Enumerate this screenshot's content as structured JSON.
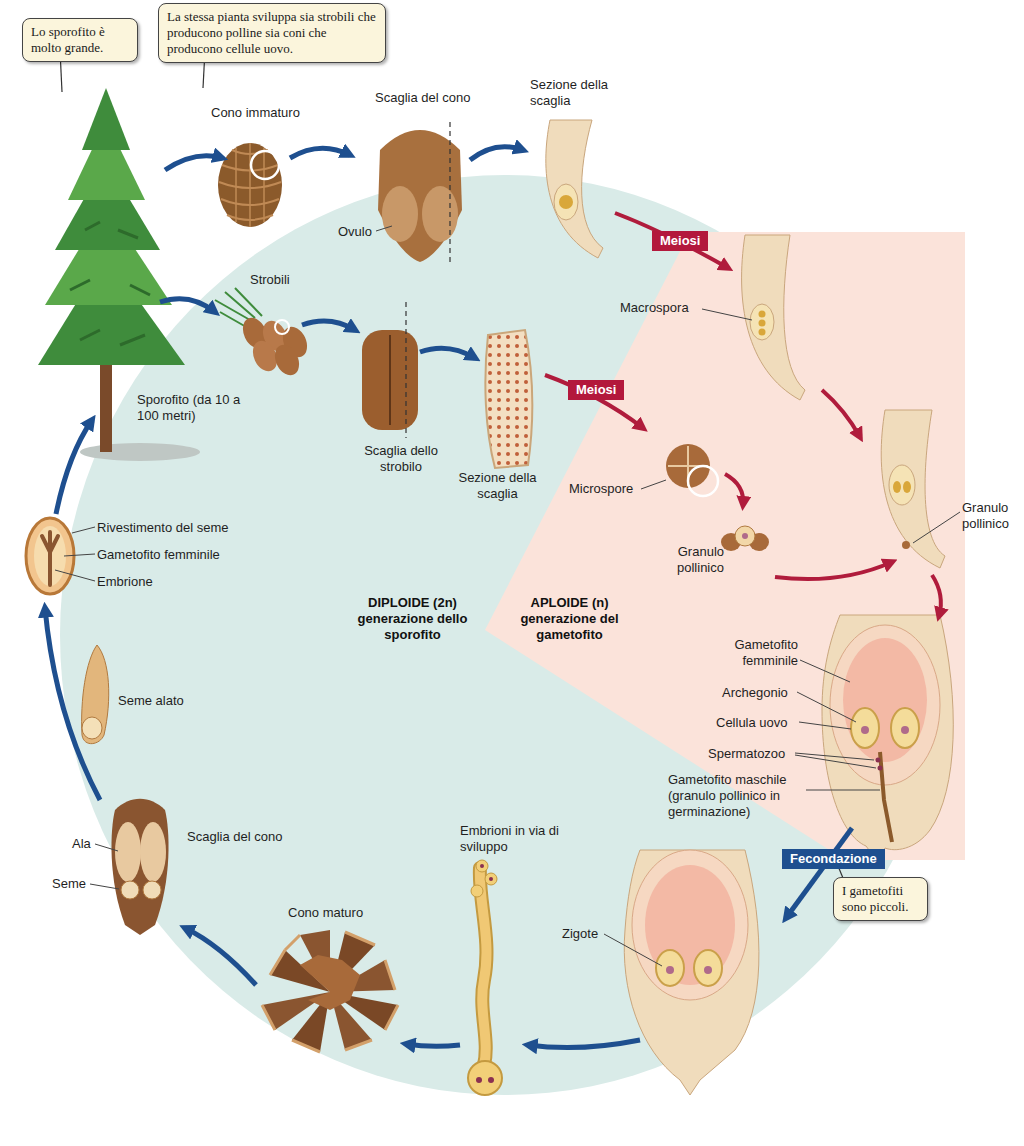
{
  "diagram": {
    "nodes": [
      {
        "text": [
          "Lo sporofito è molto grande."
        ]
      },
      {
        "text": [
          "La stessa pianta sviluppa sia strobili che producono polline sia coni che producono cellule uovo."
        ]
      },
      {
        "text": [
          "Meiosi"
        ]
      },
      {
        "text": [
          "Meiosi"
        ]
      },
      {
        "text": [
          "Fecondazione"
        ]
      },
      {
        "text": [
          "I gametofiti sono piccoli."
        ]
      }
    ],
    "labels": [
      "Cono immaturo",
      "Scaglia del cono",
      "Sezione della scaglia",
      "Ovulo",
      "Macrospora",
      "Strobili",
      "Sporofito (da 10 a 100 metri)",
      "Scaglia dello strobilo",
      "Sezione della scaglia",
      "Microspore",
      "Granulo pollinico",
      "Granulo pollinico",
      "DIPLOIDE (2n) generazione dello sporofito",
      "APLOIDE (n) generazione del gametofito",
      "Rivestimento del seme",
      "Gametofito femminile",
      "Embrione",
      "Seme alato",
      "Gametofito femminile",
      "Archegonio",
      "Cellula uovo",
      "Spermatozoo",
      "Gametofito maschile (granulo pollinico in germinazione)",
      "Embrioni in via di sviluppo",
      "Zigote",
      "Ala",
      "Seme",
      "Scaglia del cono",
      "Cono maturo"
    ]
  }
}
